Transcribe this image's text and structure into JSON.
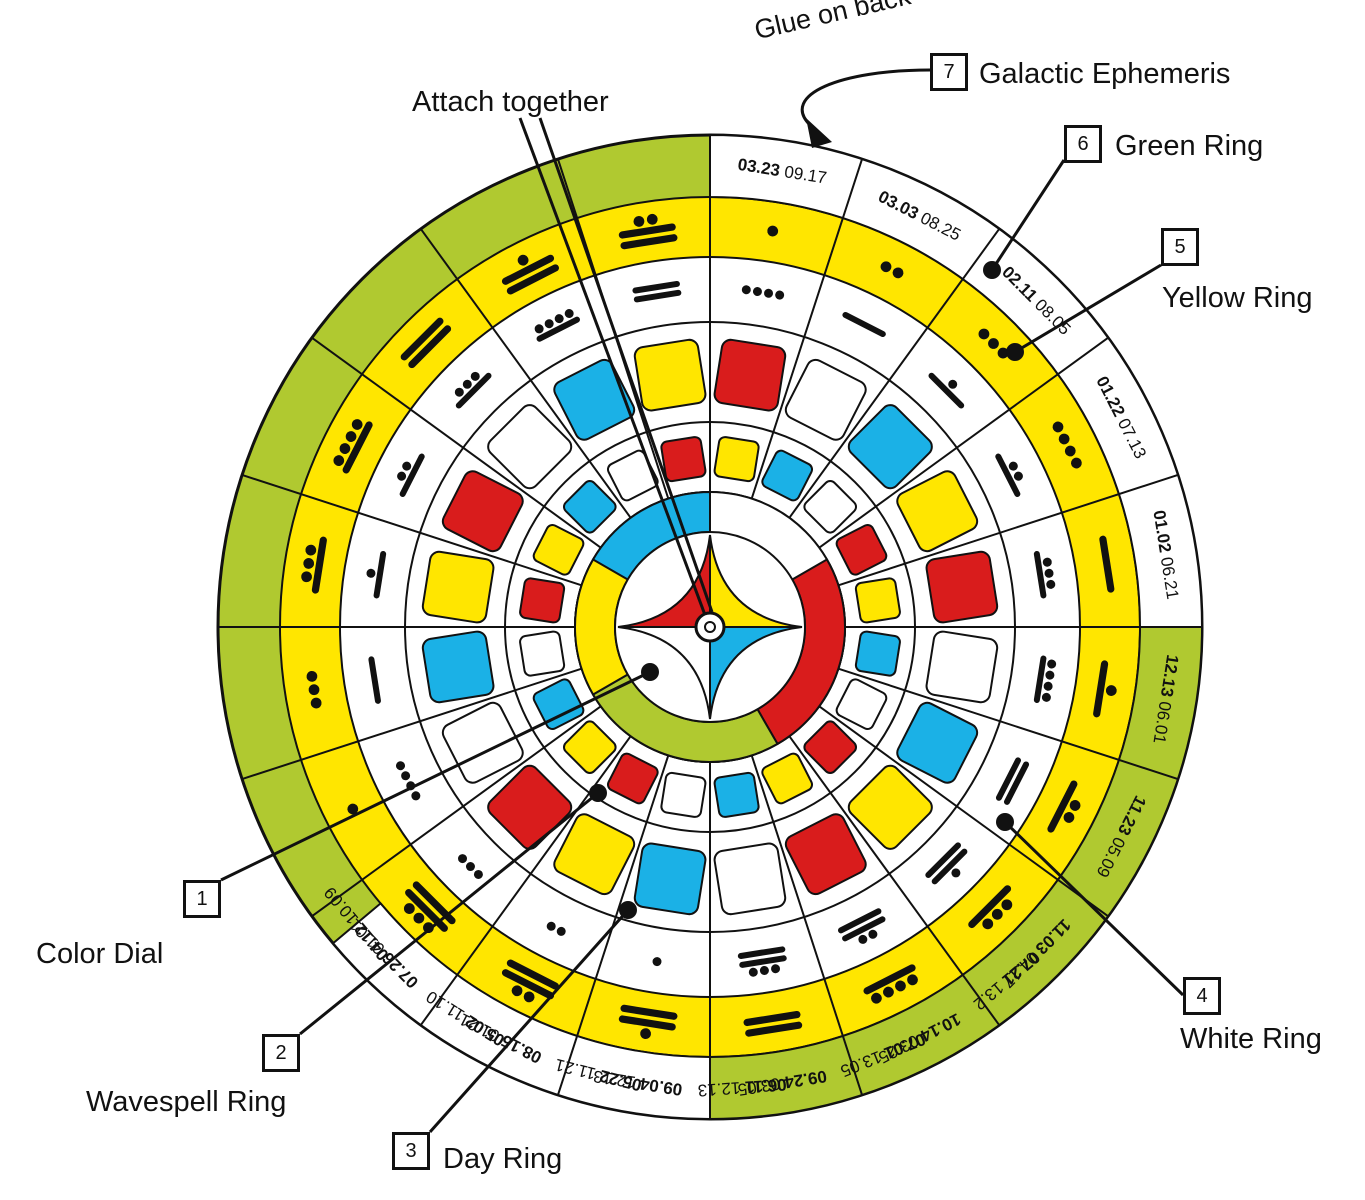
{
  "colors": {
    "green": "#b0c930",
    "yellow": "#ffe600",
    "red": "#d91c1c",
    "blue": "#1bb1e6",
    "white": "#ffffff",
    "ink": "#111111"
  },
  "labels": {
    "glue_on_back": "Glue on back",
    "attach_together": "Attach together",
    "galactic_ephemeris": "Galactic Ephemeris",
    "green_ring": "Green Ring",
    "yellow_ring": "Yellow Ring",
    "white_ring": "White Ring",
    "color_dial": "Color Dial",
    "wavespell_ring": "Wavespell Ring",
    "day_ring": "Day Ring"
  },
  "numbers": {
    "n1": "1",
    "n2": "2",
    "n3": "3",
    "n4": "4",
    "n5": "5",
    "n6": "6",
    "n7": "7"
  },
  "green_ring_dates": [
    {
      "bold": "03.23",
      "normal": "09.17"
    },
    {
      "bold": "03.03",
      "normal": "08.25"
    },
    {
      "bold": "02.11",
      "normal": "08.05"
    },
    {
      "bold": "01.22",
      "normal": "07.13"
    },
    {
      "bold": "01.02",
      "normal": "06.21"
    },
    {
      "bold": "12.13",
      "normal": "06.01"
    },
    {
      "bold": "11.23",
      "normal": "05.09"
    },
    {
      "bold": "11.03",
      "normal": "04.17"
    },
    {
      "bold": "10.14",
      "normal": "03.25"
    },
    {
      "bold": "09.24",
      "normal": "03.05"
    },
    {
      "bold": "09.04",
      "normal": "12.13"
    },
    {
      "bold": "08.15",
      "normal": "01.21"
    },
    {
      "bold": "07.26",
      "normal": "01.01"
    }
  ],
  "green_ring_dates_inner": [
    {
      "bold": "07.21",
      "normal": "13.2"
    },
    {
      "bold": "07.01",
      "normal": "13.05"
    },
    {
      "bold": "06.11",
      "normal": "12.13"
    },
    {
      "bold": "05.22",
      "normal": "11.21"
    },
    {
      "bold": "05.02",
      "normal": "11.10"
    },
    {
      "bold": "04.12",
      "normal": "10.09"
    }
  ],
  "yellow_ring_numbers": [
    1,
    2,
    3,
    4,
    5,
    6,
    7,
    8,
    9,
    10,
    11,
    12,
    13,
    1,
    3,
    8,
    9,
    10,
    11,
    12
  ],
  "white_ring_numbers": [
    4,
    5,
    6,
    7,
    8,
    9,
    10,
    11,
    12,
    13,
    1,
    2,
    3,
    4,
    5,
    6,
    7,
    8,
    9,
    10
  ],
  "day_ring_colors": [
    "red",
    "white",
    "blue",
    "yellow",
    "red",
    "white",
    "blue",
    "yellow",
    "red",
    "white",
    "blue",
    "yellow",
    "red",
    "white",
    "blue",
    "yellow",
    "red",
    "white",
    "blue",
    "yellow"
  ],
  "inner_ring_colors": [
    "yellow",
    "blue",
    "white",
    "red",
    "yellow",
    "blue",
    "white",
    "red",
    "yellow",
    "blue",
    "white",
    "red",
    "yellow",
    "blue",
    "white",
    "red",
    "yellow",
    "blue",
    "white",
    "red"
  ],
  "color_dial_arcs": [
    "blue",
    "red",
    "green",
    "yellow"
  ]
}
